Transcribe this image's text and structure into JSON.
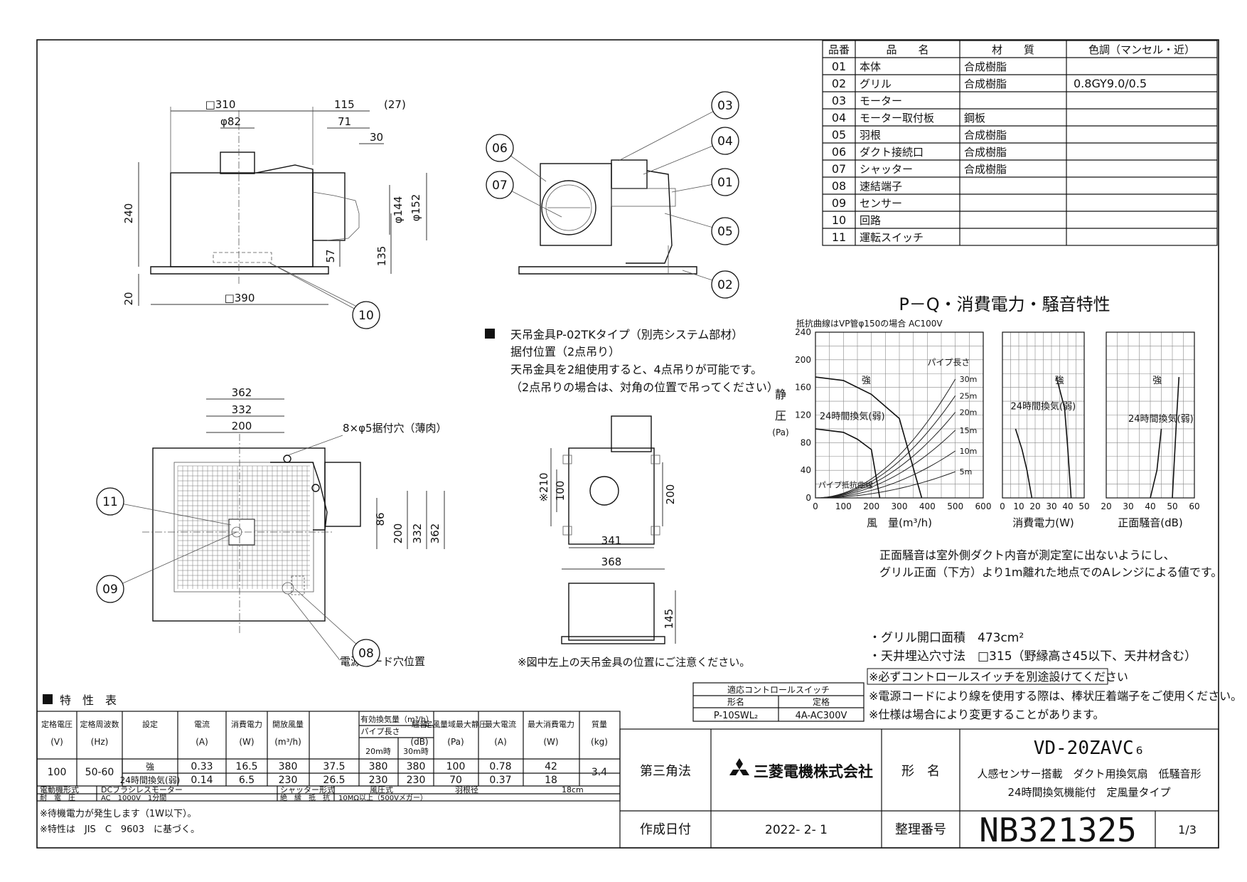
{
  "parts_table": {
    "headers": [
      "品番",
      "品　　名",
      "材　　質",
      "色調（マンセル・近）"
    ],
    "rows": [
      {
        "no": "01",
        "name": "本体",
        "material": "合成樹脂",
        "color": ""
      },
      {
        "no": "02",
        "name": "グリル",
        "material": "合成樹脂",
        "color": "0.8GY9.0/0.5"
      },
      {
        "no": "03",
        "name": "モーター",
        "material": "",
        "color": ""
      },
      {
        "no": "04",
        "name": "モーター取付板",
        "material": "鋼板",
        "color": ""
      },
      {
        "no": "05",
        "name": "羽根",
        "material": "合成樹脂",
        "color": ""
      },
      {
        "no": "06",
        "name": "ダクト接続口",
        "material": "合成樹脂",
        "color": ""
      },
      {
        "no": "07",
        "name": "シャッター",
        "material": "合成樹脂",
        "color": ""
      },
      {
        "no": "08",
        "name": "速結端子",
        "material": "",
        "color": ""
      },
      {
        "no": "09",
        "name": "センサー",
        "material": "",
        "color": ""
      },
      {
        "no": "10",
        "name": "回路",
        "material": "",
        "color": ""
      },
      {
        "no": "11",
        "name": "運転スイッチ",
        "material": "",
        "color": ""
      }
    ]
  },
  "dims": {
    "front_view": [
      "□310",
      "φ82",
      "115",
      "(27)",
      "71",
      "30",
      "240",
      "φ144",
      "φ152",
      "57",
      "135",
      "20",
      "□390"
    ],
    "bottom_view": [
      "362",
      "332",
      "200",
      "8×φ5据付穴（薄肉）",
      "86",
      "200",
      "332",
      "362"
    ],
    "mount_views": [
      "※210",
      "100",
      "200",
      "341",
      "368",
      "145"
    ]
  },
  "bubbles": [
    "01",
    "02",
    "03",
    "04",
    "05",
    "06",
    "07",
    "08",
    "09",
    "10",
    "11"
  ],
  "notes": {
    "hanger_title": "天吊金具P-02TKタイプ（別売システム部材）",
    "hanger_lines": [
      "据付位置（2点吊り）",
      "天吊金具を2組使用すると、4点吊りが可能です。",
      "（2点吊りの場合は、対角の位置で吊ってください）"
    ],
    "cord_hole": "電源コード穴位置",
    "hanger_note": "※図中左上の天吊金具の位置にご注意ください。",
    "noise_note": [
      "正面騒音は室外側ダクト内音が測定室に出ないようにし、",
      "グリル正面（下方）より1m離れた地点でのAレンジによる値です。"
    ],
    "bullets": [
      "・グリル開口面積　473cm²",
      "・天井埋込穴寸法　□315（野縁高さ45以下、天井材含む）",
      "※必ずコントロールスイッチを別途設けてください",
      "※電源コードにより線を使用する際は、棒状圧着端子をご使用ください。",
      "※仕様は場合により変更することがあります。"
    ]
  },
  "chart_data": [
    {
      "type": "line",
      "title": "P－Q・消費電力・騒音特性",
      "subtitle": "抵抗曲線はVP管φ150の場合 AC100V",
      "xlabel": "風　量(m³/h)",
      "ylabel": "静圧(Pa)",
      "xlim": [
        0,
        600
      ],
      "ylim": [
        0,
        240
      ],
      "x_ticks": [
        0,
        100,
        200,
        300,
        400,
        500,
        600
      ],
      "y_ticks": [
        0,
        40,
        80,
        120,
        160,
        200,
        240
      ],
      "series": [
        {
          "name": "強",
          "x": [
            0,
            100,
            200,
            300,
            380
          ],
          "y": [
            175,
            170,
            150,
            115,
            0
          ]
        },
        {
          "name": "24時間換気(弱)",
          "x": [
            0,
            100,
            150,
            200,
            230
          ],
          "y": [
            100,
            95,
            85,
            70,
            0
          ]
        }
      ],
      "resistance_curves": {
        "label_title": "パイプ長さ",
        "labels": [
          "30m",
          "25m",
          "20m",
          "15m",
          "10m",
          "5m"
        ],
        "curve_label": "パイプ抵抗曲線",
        "end_y": [
          172,
          148,
          124,
          98,
          68,
          38
        ]
      }
    },
    {
      "type": "line",
      "xlabel": "消費電力(W)",
      "xlim": [
        0,
        50
      ],
      "ylim": [
        0,
        240
      ],
      "x_ticks": [
        0,
        10,
        20,
        30,
        40,
        50
      ],
      "series": [
        {
          "name": "強",
          "x": [
            42,
            40,
            38,
            33
          ],
          "y": [
            0,
            70,
            130,
            175
          ]
        },
        {
          "name": "24時間換気(弱)",
          "x": [
            18,
            15,
            12,
            8
          ],
          "y": [
            0,
            40,
            70,
            100
          ]
        }
      ]
    },
    {
      "type": "line",
      "xlabel": "正面騒音(dB)",
      "xlim": [
        20,
        60
      ],
      "ylim": [
        0,
        240
      ],
      "x_ticks": [
        20,
        30,
        40,
        50,
        60
      ],
      "series": [
        {
          "name": "強",
          "x": [
            50,
            51,
            52,
            53
          ],
          "y": [
            0,
            60,
            120,
            175
          ]
        },
        {
          "name": "24時間換気(弱)",
          "x": [
            40,
            43,
            44,
            45
          ],
          "y": [
            0,
            40,
            70,
            100
          ]
        }
      ]
    }
  ],
  "spec_table": {
    "title": "特　性　表",
    "headers": {
      "rated_v": "定格電圧",
      "rated_v_unit": "(V)",
      "freq": "定格周波数",
      "freq_unit": "(Hz)",
      "setting": "設定",
      "current": "電流",
      "current_unit": "(A)",
      "power": "消費電力",
      "power_unit": "(W)",
      "open_air": "開放風量",
      "open_air_unit": "(m³/h)",
      "eff_air": "有効換気量（m³/h）",
      "pipe_len": "パイプ長さ",
      "m20": "20m時",
      "m30": "30m時",
      "noise": "騒音",
      "noise_unit": "(dB)",
      "static": "定風量域最大静圧",
      "static_unit": "(Pa)",
      "max_cur": "最大電流",
      "max_cur_unit": "(A)",
      "max_pow": "最大消費電力",
      "max_pow_unit": "(W)",
      "mass": "質量",
      "mass_unit": "(kg)"
    },
    "voltage": "100",
    "frequency": "50-60",
    "mass": "3.4",
    "rows": [
      {
        "setting": "強",
        "current": "0.33",
        "power": "16.5",
        "open": "380",
        "m20": "380",
        "m30": "380",
        "noise": "37.5",
        "static": "100",
        "max_cur": "0.78",
        "max_pow": "42"
      },
      {
        "setting": "24時間換気(弱)",
        "current": "0.14",
        "power": "6.5",
        "open": "230",
        "m20": "230",
        "m30": "230",
        "noise": "26.5",
        "static": "70",
        "max_cur": "0.37",
        "max_pow": "18"
      }
    ],
    "motor_label": "電動機形式",
    "motor_value": "DCブラシレスモーター",
    "shutter_label": "シャッター形式",
    "shutter_value": "風圧式",
    "blade_label": "羽根径",
    "blade_value": "18cm",
    "withstand_label": "耐　電　圧",
    "withstand_value": "AC　1000V　1分間",
    "insul_label": "絶　縁　抵　抗",
    "insul_value": "10MΩ以上（500Vメガー）",
    "footnotes": [
      "※待機電力が発生します（1W以下）。",
      "※特性は　JIS　C　9603　に基づく。"
    ]
  },
  "control_switch": {
    "title": "適応コントロールスイッチ",
    "col1": "形名",
    "col2": "定格",
    "model": "P-10SWL₂",
    "rating": "4A-AC300V"
  },
  "title_block": {
    "projection": "第三角法",
    "company": "三菱電機株式会社",
    "model_label": "形　名",
    "model": "VD-20ZAVC₆",
    "desc1": "人感センサー搭載　ダクト用換気扇　低騒音形",
    "desc2": "24時間換気機能付　定風量タイプ",
    "date_label": "作成日付",
    "date": "2022- 2- 1",
    "doc_label": "整理番号",
    "doc_no": "NB321325",
    "page": "1/3"
  }
}
